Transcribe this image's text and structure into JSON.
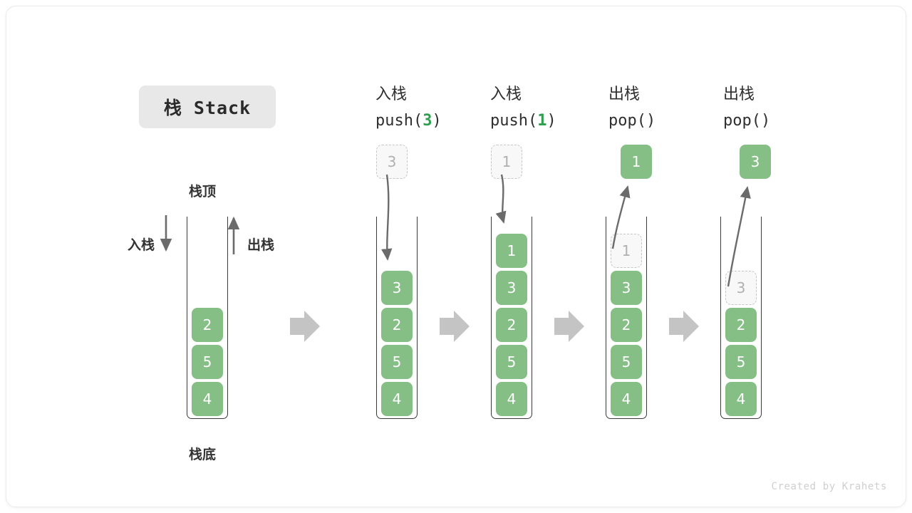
{
  "title_chip": "栈 Stack",
  "labels": {
    "top": "栈顶",
    "bottom": "栈底",
    "push_side": "入栈",
    "pop_side": "出栈"
  },
  "watermark": "Created by Krahets",
  "colors": {
    "cell_fill": "#86bf86",
    "cell_text": "#ffffff",
    "ghost_fill": "#f8f8f8",
    "ghost_border": "#c6c6c6",
    "ghost_text": "#b0b0b0",
    "accent_arg": "#2e9e4f",
    "wall": "#3a3a3a",
    "step_arrow": "#c4c4c4",
    "curve_arrow": "#6b6b6b",
    "chip_bg": "#e8e8e8",
    "watermark": "#cfcfcf"
  },
  "columns": [
    {
      "id": "initial",
      "head_cn": "",
      "head_code_prefix": "",
      "head_code_arg": "",
      "head_code_suffix": "",
      "stack": [
        "2",
        "5",
        "4"
      ],
      "float_cell": null,
      "ghost_in_stack": null
    },
    {
      "id": "push-3",
      "head_cn": "入栈",
      "head_code_prefix": "push(",
      "head_code_arg": "3",
      "head_code_suffix": ")",
      "stack": [
        "3",
        "2",
        "5",
        "4"
      ],
      "float_cell": {
        "value": "3",
        "style": "ghost"
      },
      "ghost_in_stack": null
    },
    {
      "id": "push-1",
      "head_cn": "入栈",
      "head_code_prefix": "push(",
      "head_code_arg": "1",
      "head_code_suffix": ")",
      "stack": [
        "1",
        "3",
        "2",
        "5",
        "4"
      ],
      "float_cell": {
        "value": "1",
        "style": "ghost"
      },
      "ghost_in_stack": null
    },
    {
      "id": "pop-1",
      "head_cn": "出栈",
      "head_code_prefix": "pop(",
      "head_code_arg": "",
      "head_code_suffix": ")",
      "stack": [
        "3",
        "2",
        "5",
        "4"
      ],
      "float_cell": {
        "value": "1",
        "style": "filled"
      },
      "ghost_in_stack": {
        "value": "1"
      }
    },
    {
      "id": "pop-3",
      "head_cn": "出栈",
      "head_code_prefix": "pop(",
      "head_code_arg": "",
      "head_code_suffix": ")",
      "stack": [
        "2",
        "5",
        "4"
      ],
      "float_cell": {
        "value": "3",
        "style": "filled"
      },
      "ghost_in_stack": {
        "value": "3"
      }
    }
  ],
  "step_arrows": 4
}
